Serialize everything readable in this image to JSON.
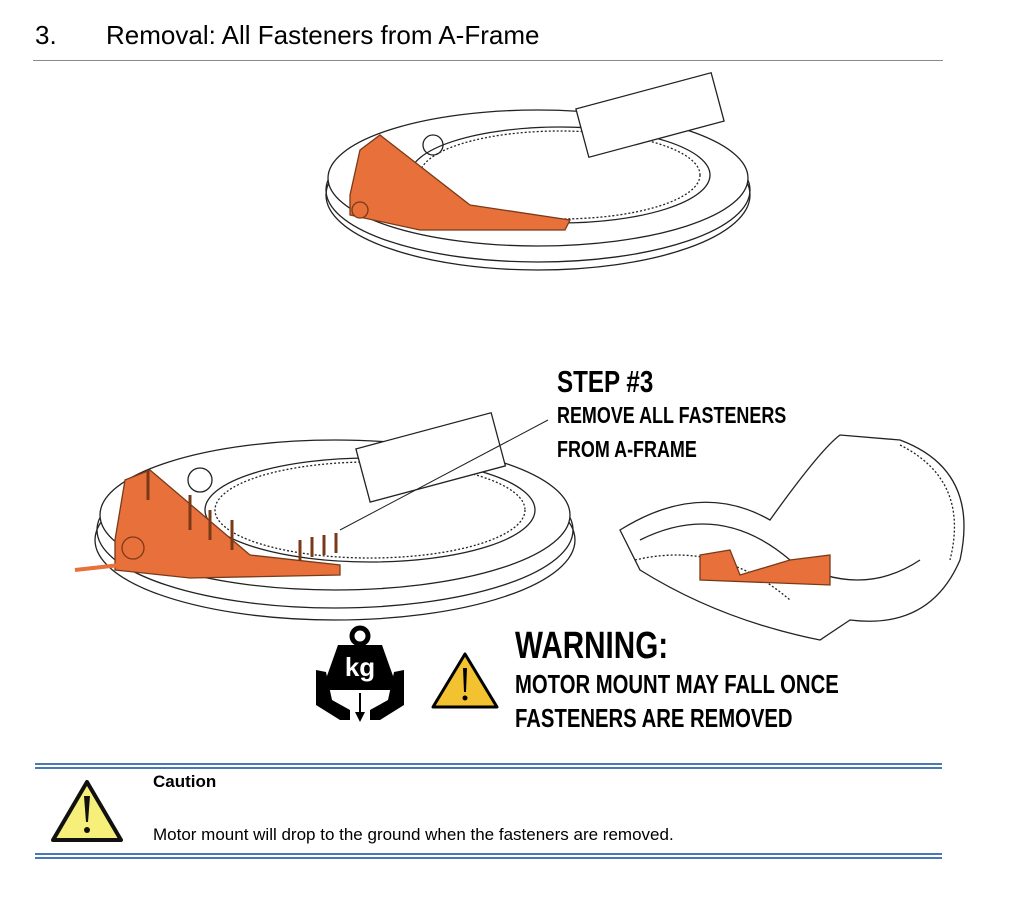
{
  "heading": {
    "number": "3.",
    "title": "Removal: All Fasteners from A-Frame"
  },
  "callout": {
    "title": "STEP #3",
    "lines": [
      "REMOVE ALL FASTENERS",
      "FROM A-FRAME"
    ]
  },
  "warning": {
    "title": "WARNING:",
    "lines": [
      "MOTOR MOUNT MAY FALL ONCE",
      "FASTENERS ARE REMOVED"
    ],
    "icon_label": "kg"
  },
  "caution": {
    "title": "Caution",
    "text": "Motor mount will drop to the ground when the fasteners are removed."
  },
  "colors": {
    "accent_orange": "#e8703a",
    "rule_blue": "#4a78b5",
    "warning_yellow": "#f2c230"
  }
}
